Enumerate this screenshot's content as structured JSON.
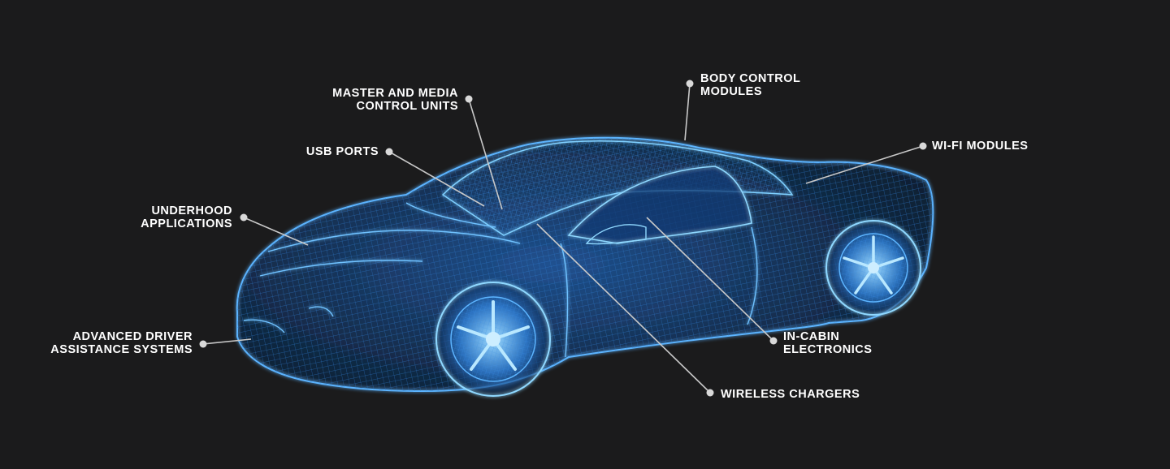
{
  "colors": {
    "background": "#1b1b1c",
    "wireframe": "#3a8fe6",
    "wireframe_glow": "#7fd0ff",
    "callout_line": "#c8c8c8",
    "callout_dot": "#d9d9d9",
    "label_text": "#ffffff"
  },
  "subject": "sports-car-wireframe",
  "callouts": {
    "master_media": {
      "line1": "MASTER AND MEDIA",
      "line2": "CONTROL UNITS"
    },
    "body_control": {
      "line1": "BODY CONTROL",
      "line2": "MODULES"
    },
    "usb_ports": {
      "line1": "USB PORTS"
    },
    "wifi_modules": {
      "line1": "WI-FI MODULES"
    },
    "underhood": {
      "line1": "UNDERHOOD",
      "line2": "APPLICATIONS"
    },
    "adas": {
      "line1": "ADVANCED DRIVER",
      "line2": "ASSISTANCE SYSTEMS"
    },
    "in_cabin": {
      "line1": "IN-CABIN",
      "line2": "ELECTRONICS"
    },
    "wireless_chargers": {
      "line1": "WIRELESS CHARGERS"
    }
  }
}
